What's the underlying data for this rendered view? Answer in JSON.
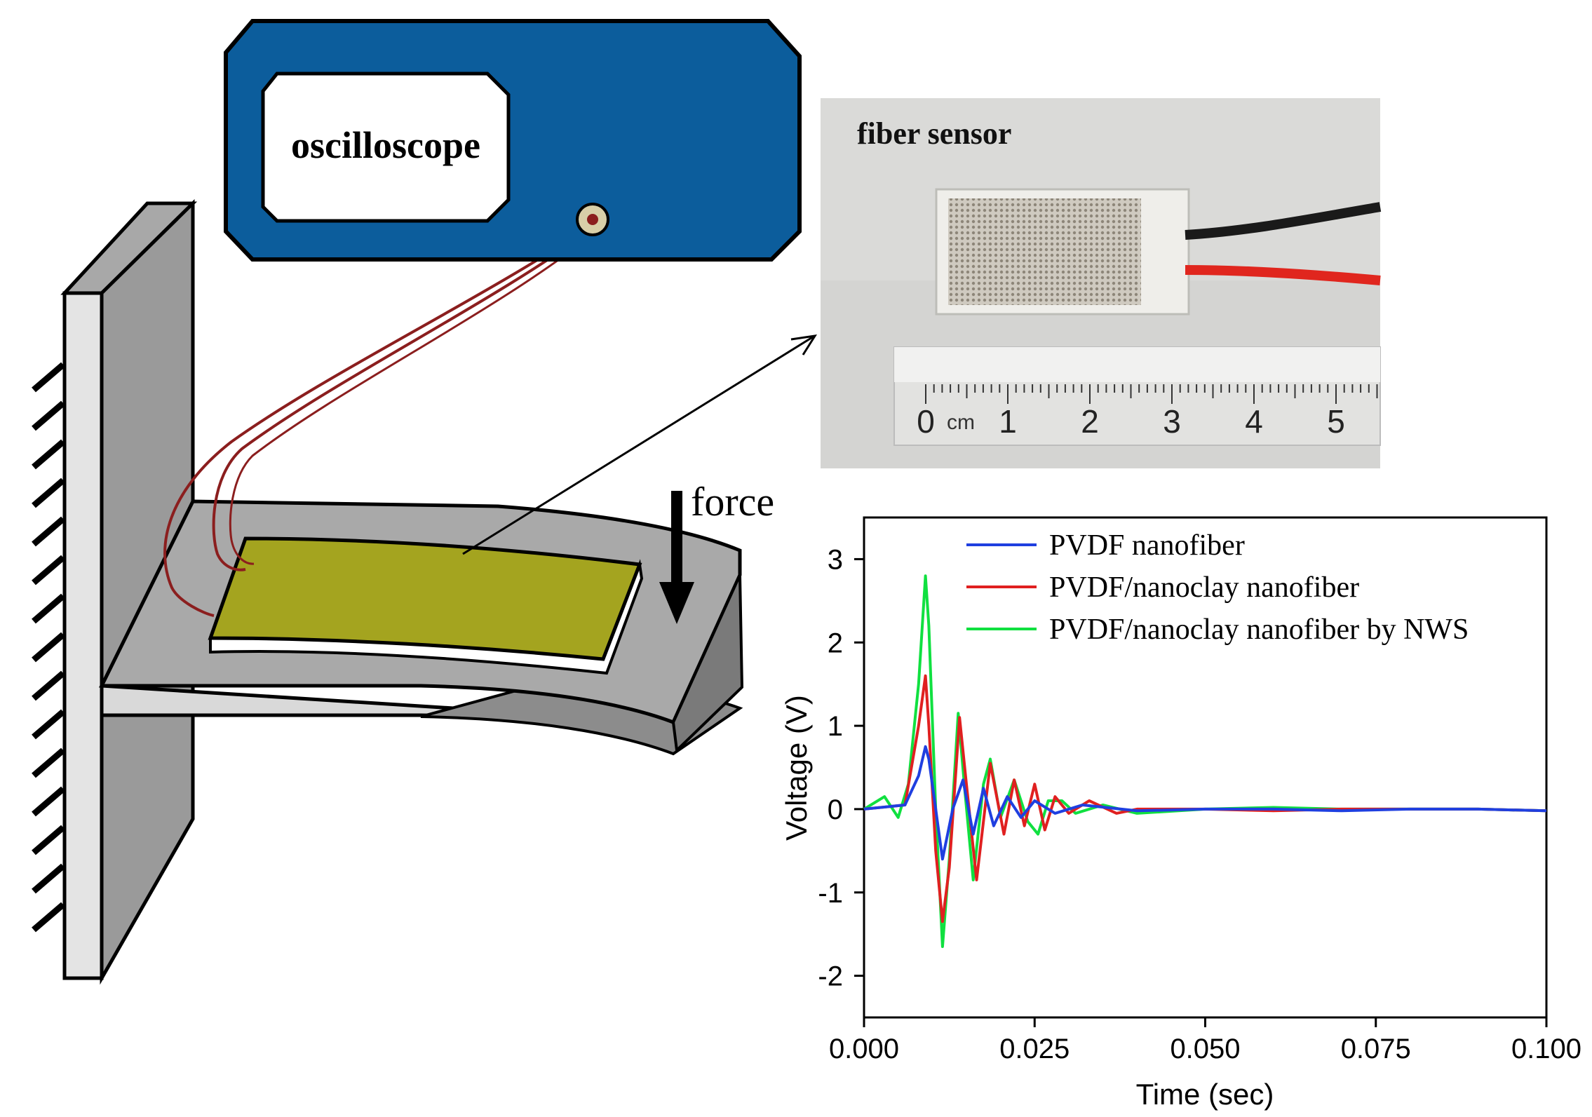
{
  "oscilloscope": {
    "label": "oscilloscope"
  },
  "force": {
    "label": "force"
  },
  "photo": {
    "label": "fiber sensor",
    "ruler_ticks": [
      "0",
      "1",
      "2",
      "3",
      "4",
      "5"
    ],
    "ruler_unit": "cm"
  },
  "colors": {
    "oscilloscope_body": "#0c5d9c",
    "cable": "#8b1e1e",
    "sensor_film": "#a4a41f",
    "beam": "#a9a9a9",
    "wall": "#9a9a9a"
  },
  "chart_data": {
    "type": "line",
    "xlabel": "Time (sec)",
    "ylabel": "Voltage (V)",
    "xlim": [
      0,
      0.1
    ],
    "ylim": [
      -2.5,
      3.5
    ],
    "x_ticks": [
      0,
      0.025,
      0.05,
      0.075,
      0.1
    ],
    "x_tick_labels": [
      "0.000",
      "0.025",
      "0.050",
      "0.075",
      "0.100"
    ],
    "y_ticks": [
      -2,
      -1,
      0,
      1,
      2,
      3
    ],
    "y_tick_labels": [
      "-2",
      "-1",
      "0",
      "1",
      "2",
      "3"
    ],
    "legend_position": "top",
    "series": [
      {
        "name": "PVDF nanofiber",
        "color": "#1f3fe0",
        "x": [
          0,
          0.006,
          0.008,
          0.009,
          0.0095,
          0.0105,
          0.0115,
          0.013,
          0.0145,
          0.016,
          0.0175,
          0.019,
          0.021,
          0.023,
          0.025,
          0.028,
          0.032,
          0.04,
          0.05,
          0.06,
          0.07,
          0.08,
          0.09,
          0.1
        ],
        "y": [
          0,
          0.05,
          0.4,
          0.75,
          0.6,
          0,
          -0.6,
          0,
          0.35,
          -0.3,
          0.25,
          -0.2,
          0.15,
          -0.1,
          0.1,
          -0.05,
          0.05,
          -0.02,
          0,
          0,
          -0.02,
          0,
          0,
          -0.02
        ]
      },
      {
        "name": "PVDF/nanoclay nanofiber",
        "color": "#e02020",
        "x": [
          0,
          0.006,
          0.008,
          0.009,
          0.0095,
          0.0105,
          0.0115,
          0.0125,
          0.014,
          0.015,
          0.0165,
          0.0185,
          0.0205,
          0.022,
          0.0235,
          0.025,
          0.0265,
          0.028,
          0.03,
          0.033,
          0.037,
          0.04,
          0.05,
          0.06,
          0.07,
          0.08,
          0.09,
          0.1
        ],
        "y": [
          0,
          0.05,
          1.0,
          1.6,
          1.0,
          -0.5,
          -1.35,
          -0.7,
          1.1,
          0.3,
          -0.85,
          0.55,
          -0.3,
          0.35,
          -0.2,
          0.3,
          -0.25,
          0.15,
          -0.05,
          0.1,
          -0.05,
          0,
          0,
          -0.02,
          0,
          0,
          0,
          -0.02
        ]
      },
      {
        "name": "PVDF/nanoclay nanofiber by NWS",
        "color": "#10e040",
        "x": [
          0,
          0.003,
          0.005,
          0.0065,
          0.008,
          0.009,
          0.0095,
          0.0105,
          0.0115,
          0.0125,
          0.0138,
          0.0148,
          0.016,
          0.0175,
          0.0185,
          0.02,
          0.022,
          0.024,
          0.0255,
          0.027,
          0.029,
          0.031,
          0.035,
          0.04,
          0.05,
          0.06,
          0.07,
          0.08,
          0.09,
          0.1
        ],
        "y": [
          0,
          0.15,
          -0.1,
          0.3,
          1.5,
          2.8,
          2.2,
          0,
          -1.65,
          -0.6,
          1.15,
          0.2,
          -0.85,
          0.3,
          0.6,
          -0.1,
          0.35,
          -0.15,
          -0.3,
          0.1,
          0.1,
          -0.05,
          0.05,
          -0.05,
          0,
          0.02,
          0,
          0,
          0,
          -0.02
        ]
      }
    ]
  }
}
